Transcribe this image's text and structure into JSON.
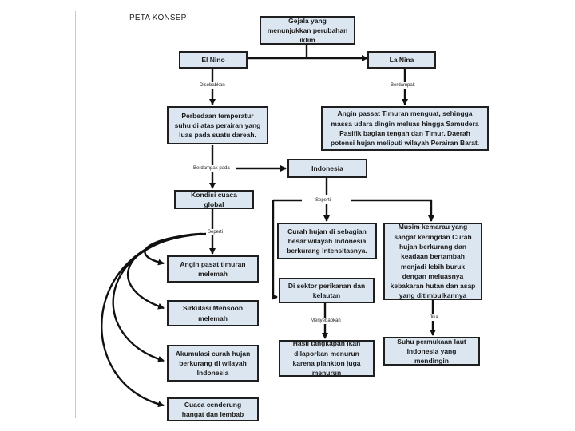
{
  "title": "PETA KONSEP",
  "nodes": {
    "gejala": "Gejala yang menunjukkan perubahan iklim",
    "el_nino": "El Nino",
    "la_nina": "La Nina",
    "perbedaan": "Perbedaan temperatur suhu di atas perairan yang luas pada suatu dareah.",
    "angin_passat": "Angin passat Timuran menguat, sehingga massa udara dingin meluas hingga Samudera Pasifik bagian tengah dan Timur. Daerah potensi hujan meliputi wilayah Perairan Barat.",
    "indonesia": "Indonesia",
    "kondisi": "Kondisi cuaca global",
    "curah_hujan": "Curah hujan di sebagian besar wilayah Indonesia berkurang intensitasnya.",
    "musim_kemarau": "Musim kemarau yang sangat keringdan Curah hujan berkurang dan keadaan bertambah menjadi lebih buruk dengan meluasnya kebakaran hutan dan asap yang ditimbulkannya",
    "angin_pasat_timuran": "Angin pasat timuran melemah",
    "sektor": "Di sektor perikanan dan kelautan",
    "sirkulasi": "Sirkulasi Mensoon melemah",
    "akumulasi": "Akumulasi curah hujan berkurang di wilayah Indonesia",
    "hasil": "Hasil tangkapan ikan dilaporkan menurun karena plankton juga menurun",
    "suhu": "Suhu permukaan laut Indonesia yang mendingin",
    "cuaca": "Cuaca cenderung hangat dan lembab"
  },
  "connectors": {
    "disebabkan": "Disebabkan",
    "berdampak": "Berdampak",
    "berdampak_pada": "Berdampak pada",
    "seperti_1": "Seperti",
    "seperti_2": "Seperti",
    "menyebabkan": "Menyebabkan",
    "jika": "Jika"
  }
}
